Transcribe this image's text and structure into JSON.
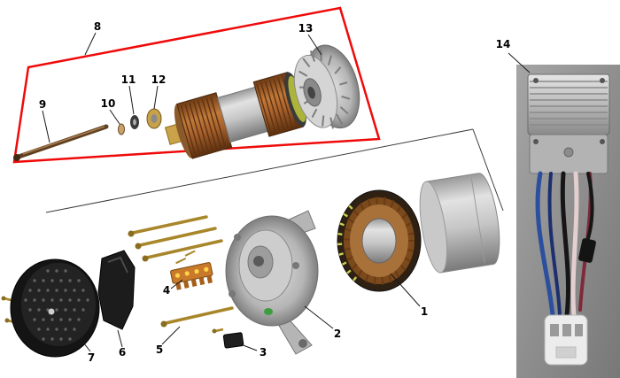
{
  "figure": {
    "kind": "exploded parts diagram",
    "subject": "alternator assembly with voltage regulator photo"
  },
  "colors": {
    "highlight_outline": "#ef0a0a",
    "copper": "#a9622d",
    "gold": "#c8a24a",
    "photo_background": "#8f8f8f"
  },
  "parts": {
    "p1": {
      "number": "1",
      "name": "stator winding"
    },
    "p2": {
      "number": "2",
      "name": "drive-end housing"
    },
    "p3": {
      "number": "3",
      "name": "terminal block"
    },
    "p4": {
      "number": "4",
      "name": "rectifier plate"
    },
    "p5": {
      "number": "5",
      "name": "through bolts"
    },
    "p6": {
      "number": "6",
      "name": "brush holder bracket"
    },
    "p7": {
      "number": "7",
      "name": "rear cover"
    },
    "p8": {
      "number": "8",
      "name": "rotor assembly (highlighted group)"
    },
    "p9": {
      "number": "9",
      "name": "shaft stud"
    },
    "p10": {
      "number": "10",
      "name": "washer"
    },
    "p11": {
      "number": "11",
      "name": "spacer washer"
    },
    "p12": {
      "number": "12",
      "name": "bearing"
    },
    "p13": {
      "number": "13",
      "name": "cooling fan"
    },
    "p14": {
      "number": "14",
      "name": "voltage regulator with wiring harness"
    }
  }
}
